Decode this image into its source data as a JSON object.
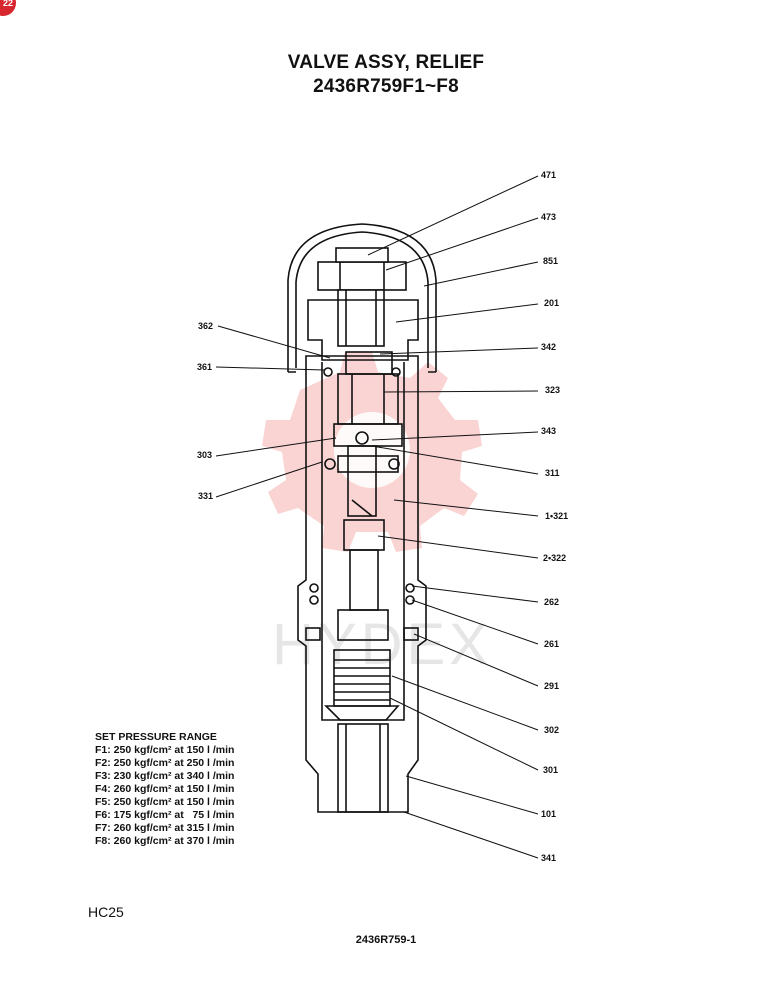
{
  "badge": "22",
  "title": {
    "line1": "VALVE ASSY, RELIEF",
    "line2": "2436R759F1~F8"
  },
  "watermark": {
    "text": "HYDEX",
    "color": "#f4a0a0"
  },
  "callouts": [
    {
      "id": "471",
      "label": "471"
    },
    {
      "id": "473",
      "label": "473"
    },
    {
      "id": "851",
      "label": "851"
    },
    {
      "id": "201",
      "label": "201"
    },
    {
      "id": "362",
      "label": "362"
    },
    {
      "id": "342",
      "label": "342"
    },
    {
      "id": "361",
      "label": "361"
    },
    {
      "id": "323",
      "label": "323"
    },
    {
      "id": "343",
      "label": "343"
    },
    {
      "id": "303",
      "label": "303"
    },
    {
      "id": "311",
      "label": "311"
    },
    {
      "id": "331",
      "label": "331"
    },
    {
      "id": "321",
      "label": "1•321"
    },
    {
      "id": "322",
      "label": "2•322"
    },
    {
      "id": "262",
      "label": "262"
    },
    {
      "id": "261",
      "label": "261"
    },
    {
      "id": "291",
      "label": "291"
    },
    {
      "id": "302",
      "label": "302"
    },
    {
      "id": "301",
      "label": "301"
    },
    {
      "id": "101",
      "label": "101"
    },
    {
      "id": "341",
      "label": "341"
    }
  ],
  "pressure_range": {
    "heading": "SET PRESSURE RANGE",
    "rows": [
      "F1: 250 kgf/cm² at 150 l /min",
      "F2: 250 kgf/cm² at 250 l /min",
      "F3: 230 kgf/cm² at 340 l /min",
      "F4: 260 kgf/cm² at 150 l /min",
      "F5: 250 kgf/cm² at 150 l /min",
      "F6: 175 kgf/cm² at   75 l /min",
      "F7: 260 kgf/cm² at 315 l /min",
      "F8: 260 kgf/cm² at 370 l /min"
    ]
  },
  "footer": {
    "code": "HC25",
    "drawing_number": "2436R759-1"
  }
}
